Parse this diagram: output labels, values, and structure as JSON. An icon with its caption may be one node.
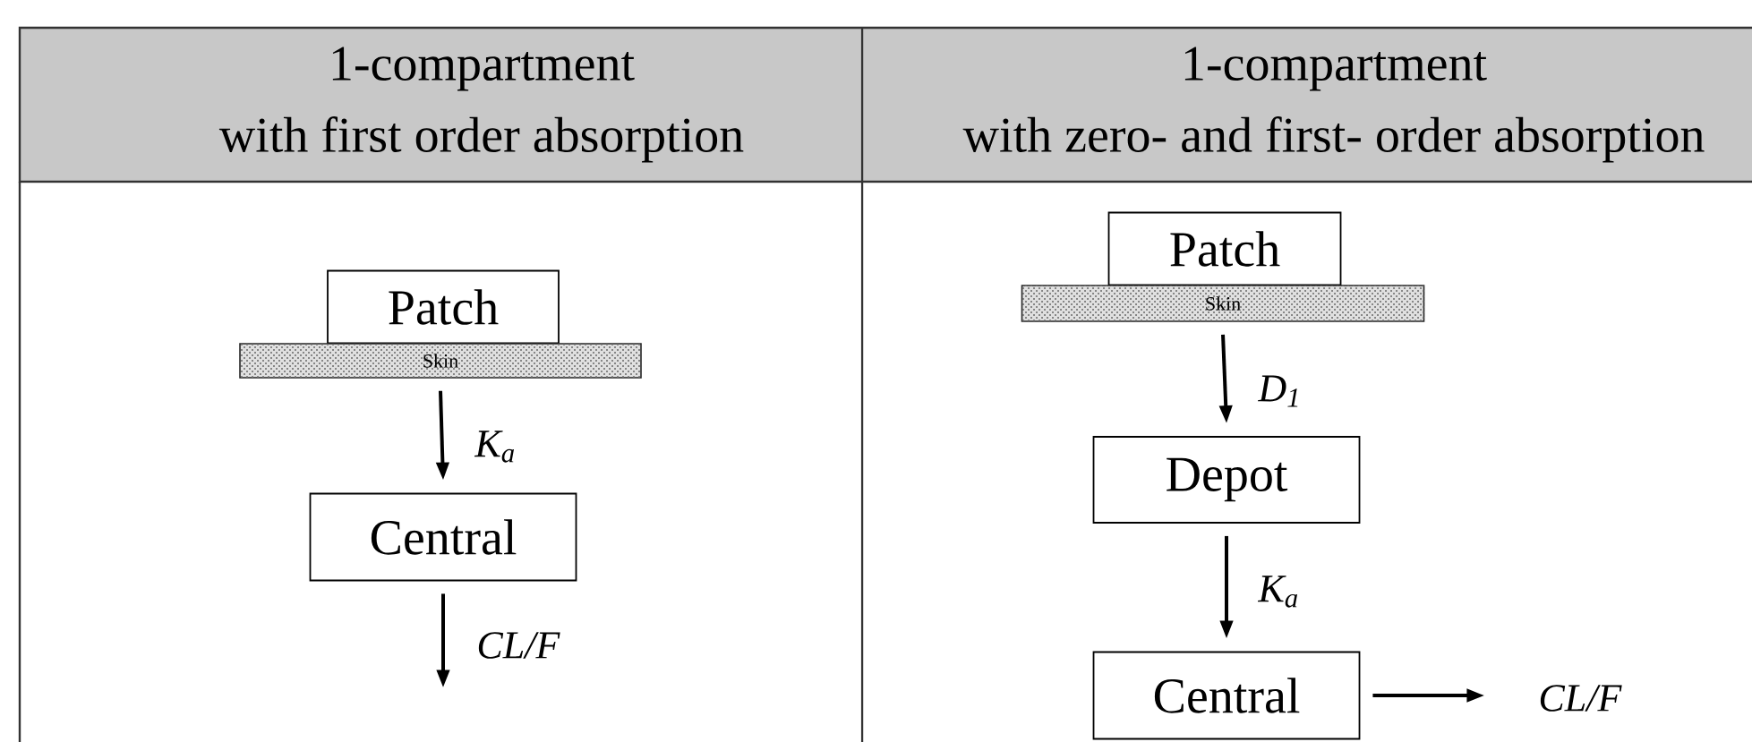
{
  "diagram": {
    "nodes": [
      {
        "text": [
          "Patch"
        ]
      },
      {
        "text": [
          "Skin"
        ]
      },
      {
        "text": [
          "Central"
        ]
      },
      {
        "text": [
          "Patch"
        ]
      },
      {
        "text": [
          "Skin"
        ]
      },
      {
        "text": [
          "Depot"
        ]
      },
      {
        "text": [
          "Central"
        ]
      }
    ],
    "edges": [
      {
        "from": 1,
        "to": 2,
        "arrow": "to",
        "label": "K$_{a}$"
      },
      {
        "from": 2,
        "to": null,
        "arrow": "to",
        "label": "CL/F"
      },
      {
        "from": 4,
        "to": 5,
        "arrow": "to",
        "label": "D$_{1}$"
      },
      {
        "from": 5,
        "to": 6,
        "arrow": "to",
        "label": "K$_{a}$"
      },
      {
        "from": 6,
        "to": null,
        "arrow": "to",
        "label": "CL/F"
      }
    ],
    "labels": [
      "1-compartment with first order absorption",
      "1-compartment with zero- and first- order absorption"
    ]
  }
}
